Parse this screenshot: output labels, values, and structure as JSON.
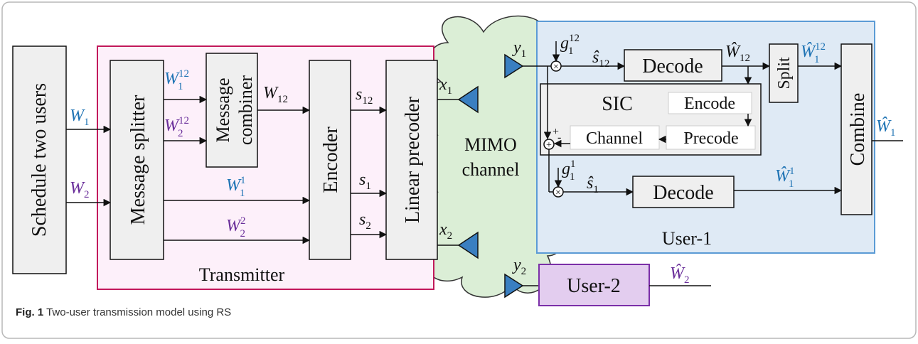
{
  "colors": {
    "blue_text": "#1e73b4",
    "purple_text": "#6a2f9a",
    "transmitter_border": "#c2185b",
    "transmitter_fill": "#fdf0fa",
    "cloud_fill": "#dbeed6",
    "user1_fill": "#dfeaf5",
    "user1_border": "#5b9bd5",
    "user2_fill": "#e3cdef",
    "user2_border": "#7b2fa8",
    "block_fill": "#efefef",
    "antenna": "#3a7fc1"
  },
  "blocks": {
    "schedule": "Schedule two users",
    "splitter": "Message splitter",
    "combiner_line1": "Message",
    "combiner_line2": "combiner",
    "encoder": "Encoder",
    "precoder": "Linear precoder",
    "transmitter": "Transmitter",
    "mimo_line1": "MIMO",
    "mimo_line2": "channel",
    "decode_top": "Decode",
    "decode_bottom": "Decode",
    "split": "Split",
    "combine": "Combine",
    "sic": "SIC",
    "sic_encode": "Encode",
    "sic_channel": "Channel",
    "sic_precode": "Precode",
    "user1": "User-1",
    "user2": "User-2"
  },
  "signals": {
    "W": "W",
    "sub1": "1",
    "sub2": "2",
    "sub12": "12",
    "s": "s",
    "x": "x",
    "y": "y",
    "g": "g",
    "plus": "+",
    "minus": "-"
  },
  "caption": {
    "label": "Fig. 1",
    "text": "Two-user transmission model using RS"
  }
}
